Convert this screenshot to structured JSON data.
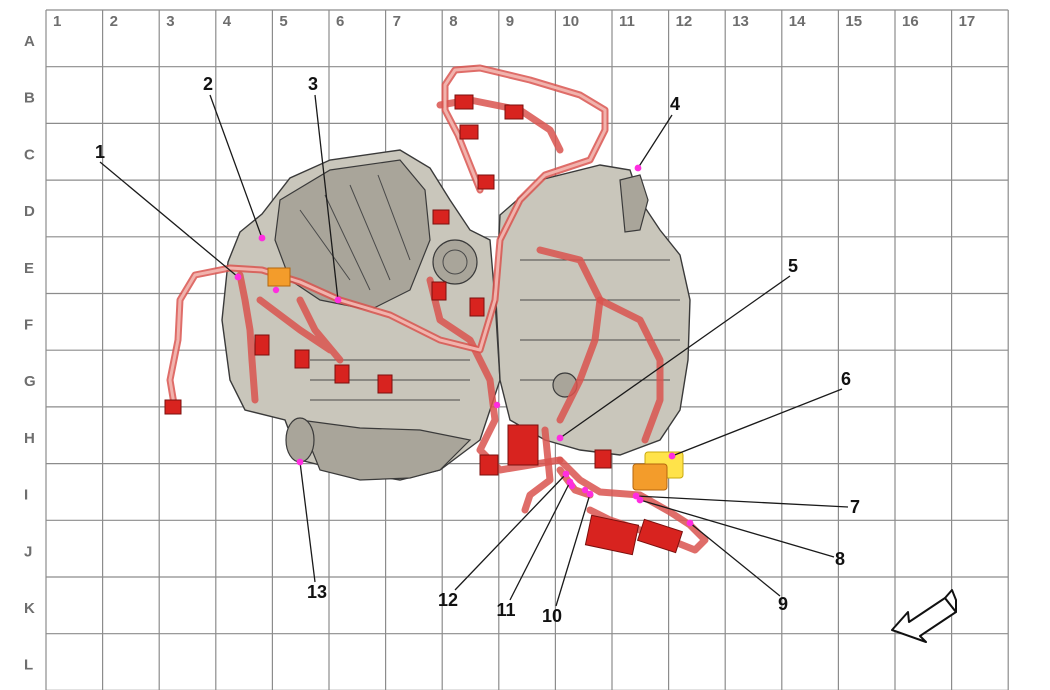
{
  "grid": {
    "columns": [
      "1",
      "2",
      "3",
      "4",
      "5",
      "6",
      "7",
      "8",
      "9",
      "10",
      "11",
      "12",
      "13",
      "14",
      "15",
      "16",
      "17"
    ],
    "rows": [
      "A",
      "B",
      "C",
      "D",
      "E",
      "F",
      "G",
      "H",
      "I",
      "J",
      "K",
      "L"
    ]
  },
  "callouts": [
    "1",
    "2",
    "3",
    "4",
    "5",
    "6",
    "7",
    "8",
    "9",
    "10",
    "11",
    "12",
    "13"
  ],
  "colors": {
    "harness": "#d9534f",
    "connector": "#d8231f",
    "marker": "#ff2de0",
    "highlight_orange": "#f39c2b",
    "highlight_yellow": "#ffe34a",
    "engine": "#c9c6bb"
  },
  "icons": {
    "orientation": "direction-arrow-icon"
  }
}
